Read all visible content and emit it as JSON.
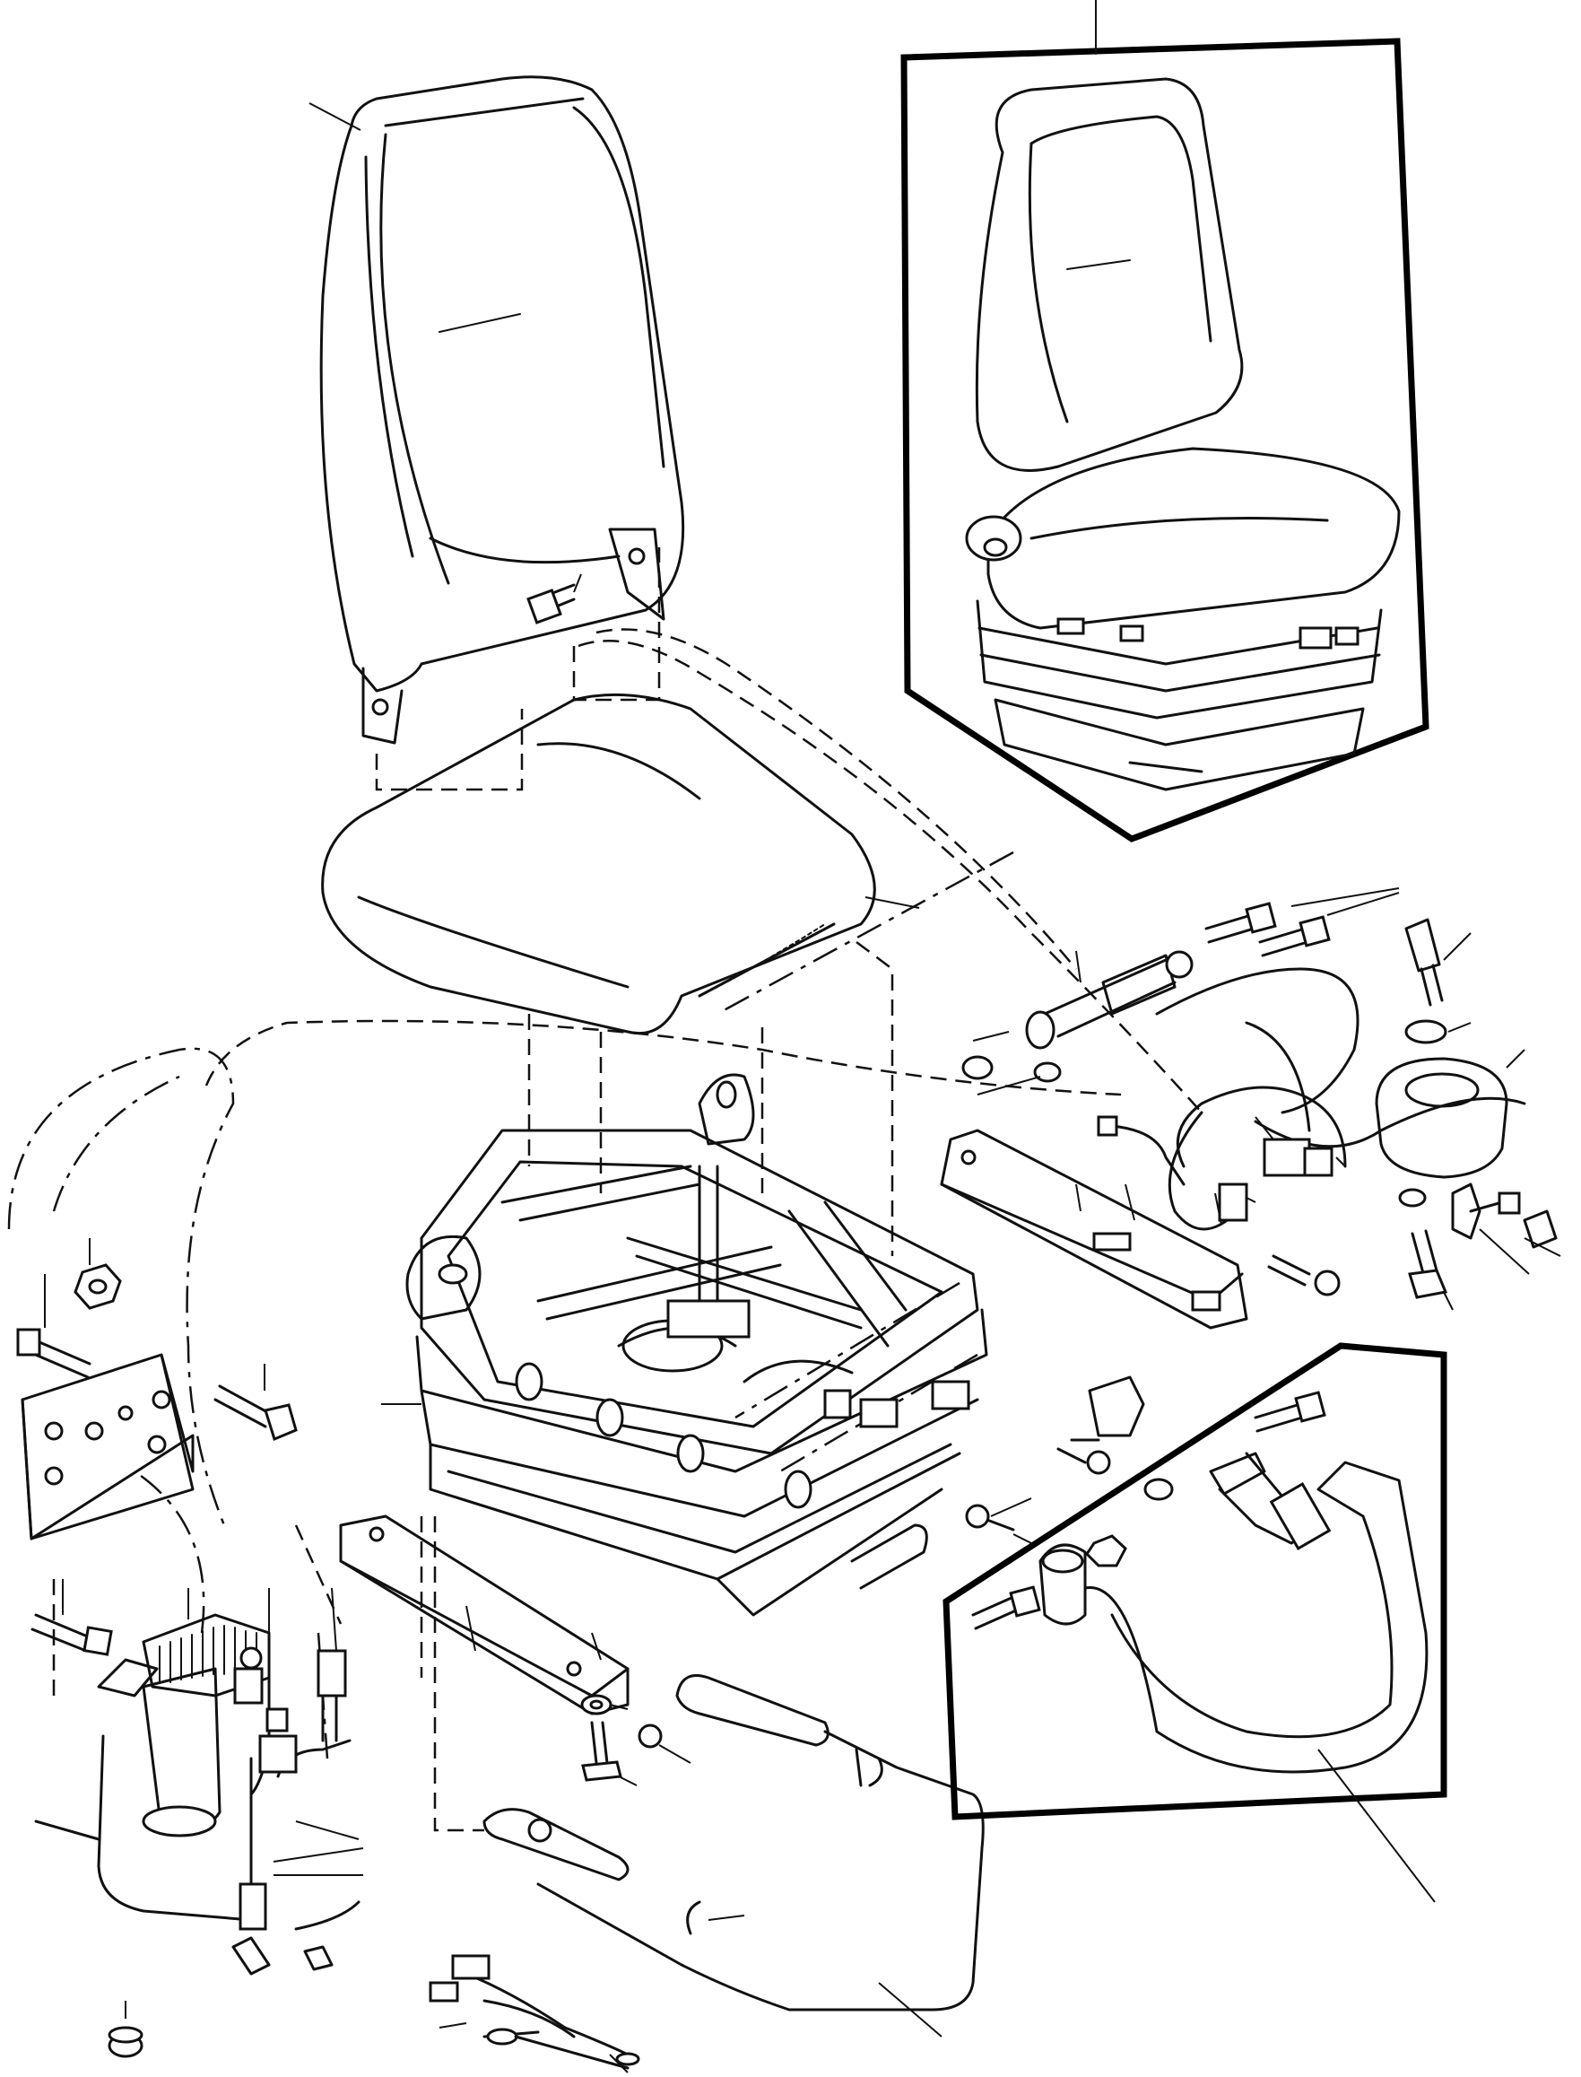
{
  "diagram": {
    "kind": "exploded-parts-view",
    "line_color": "#111111",
    "background": "#ffffff",
    "components": [
      {
        "id": "backrest",
        "icon": "seat-backrest-icon"
      },
      {
        "id": "seat-cushion",
        "icon": "seat-cushion-icon"
      },
      {
        "id": "assembled-seat-inset",
        "icon": "assembled-seat-icon"
      },
      {
        "id": "suspension-frame",
        "icon": "suspension-frame-icon"
      },
      {
        "id": "slide-rail-left",
        "icon": "slide-rail-icon"
      },
      {
        "id": "slide-rail-right",
        "icon": "slide-rail-icon"
      },
      {
        "id": "air-compressor",
        "icon": "compressor-icon"
      },
      {
        "id": "mounting-plate",
        "icon": "mounting-plate-icon"
      },
      {
        "id": "damper",
        "icon": "shock-absorber-icon"
      },
      {
        "id": "air-spring",
        "icon": "air-spring-icon"
      },
      {
        "id": "wire-harness",
        "icon": "wire-harness-icon"
      },
      {
        "id": "lever-rod",
        "icon": "lever-rod-icon"
      },
      {
        "id": "seat-belt-inset",
        "icon": "seat-belt-icon"
      }
    ]
  }
}
